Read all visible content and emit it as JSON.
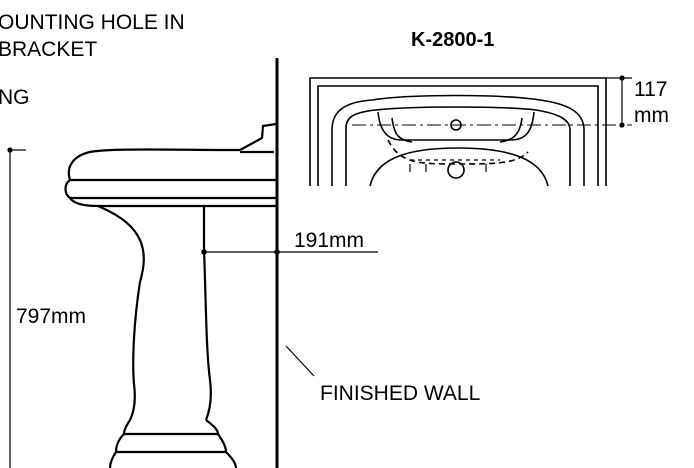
{
  "model": "K-2800-1",
  "note_line1": "OUNTING HOLE IN",
  "note_line2": "BRACKET",
  "note_line3": "NG",
  "dims": {
    "height": "797mm",
    "projection": "191mm",
    "hole_offset_value": "117",
    "hole_offset_unit": "mm"
  },
  "wall_label": "FINISHED WALL"
}
